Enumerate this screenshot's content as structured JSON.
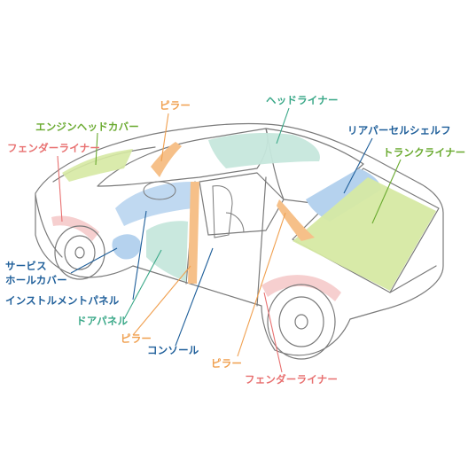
{
  "labels": {
    "pillar_top": "ピラー",
    "headliner": "ヘッドライナー",
    "engine_head_cover": "エンジンヘッドカバー",
    "fender_liner_left": "フェンダーライナー",
    "rear_parcel_shelf": "リアパーセルシェルフ",
    "trunk_liner": "トランクライナー",
    "service_hole_cover_line1": "サービス",
    "service_hole_cover_line2": "ホールカバー",
    "instrument_panel": "インストルメントパネル",
    "door_panel": "ドアパネル",
    "pillar_lower_left": "ピラー",
    "console": "コンソール",
    "pillar_lower_right": "ピラー",
    "fender_liner_right": "フェンダーライナー"
  },
  "colors": {
    "pillar": "#f0a050",
    "headliner": "#3aa888",
    "engine_head_cover": "#6aaa30",
    "fender_liner": "#e87070",
    "rear_parcel_shelf": "#1f5f9a",
    "trunk_liner": "#6aaa30",
    "service_hole_cover": "#1f5f9a",
    "instrument_panel": "#1f5f9a",
    "door_panel": "#3aa888",
    "console": "#1f5f9a",
    "fill_green": "#d6e9a3",
    "fill_teal": "#c6e7dc",
    "fill_blue": "#b5d2ee",
    "fill_orange": "#f6c089",
    "fill_pink": "#f6cfcf",
    "outline": "#7a7a7a"
  }
}
